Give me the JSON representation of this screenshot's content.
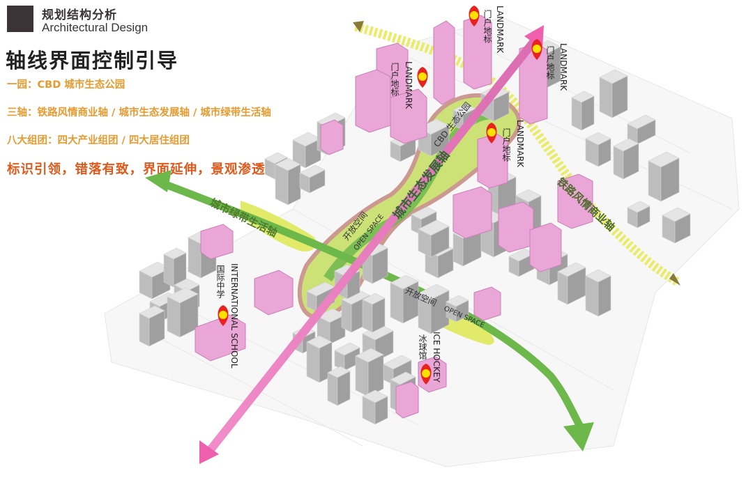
{
  "header": {
    "title_cn": "规划结构分析",
    "title_en": "Architectural Design"
  },
  "main_title": "轴线界面控制引导",
  "legend_lines": [
    "一园：CBD 城市生态公园",
    "三轴：铁路风情商业轴 / 城市生态发展轴 / 城市绿带生活轴",
    "八大组团：四大产业组团 / 四大居住组团"
  ],
  "slogan": "标识引领，错落有致，界面延伸，景观渗透",
  "axes": {
    "green": "城市绿带生活轴",
    "pink": "城市生态发展轴",
    "yellow": "铁路风情商业轴",
    "park": "CBD 生态公园"
  },
  "open_space": {
    "cn": "开放空间",
    "en": "OPEN SPACE"
  },
  "landmarks": [
    {
      "cn": "门户地标",
      "en": "LANDMARK"
    },
    {
      "cn": "门户地标",
      "en": "LANDMARK"
    },
    {
      "cn": "门户地标",
      "en": "LANDMARK"
    },
    {
      "cn": "门户地标",
      "en": "LANDMARK"
    }
  ],
  "school": {
    "cn": "国际中学",
    "en": "INTERNATIONAL SCHOOL"
  },
  "hockey": {
    "cn": "冰球馆",
    "en": "ICE HOCKEY"
  },
  "colors": {
    "green_axis": "#6db84b",
    "pink_axis": "#ee5fae",
    "yellow_axis": "#e9ea62",
    "orange_text": "#e79a2e",
    "slogan_text": "#de5a1c",
    "building_grey": "#c9c9c9",
    "building_pink": "#e9a6d6",
    "marker_red": "#e8231f",
    "marker_yellow": "#ffe000"
  }
}
